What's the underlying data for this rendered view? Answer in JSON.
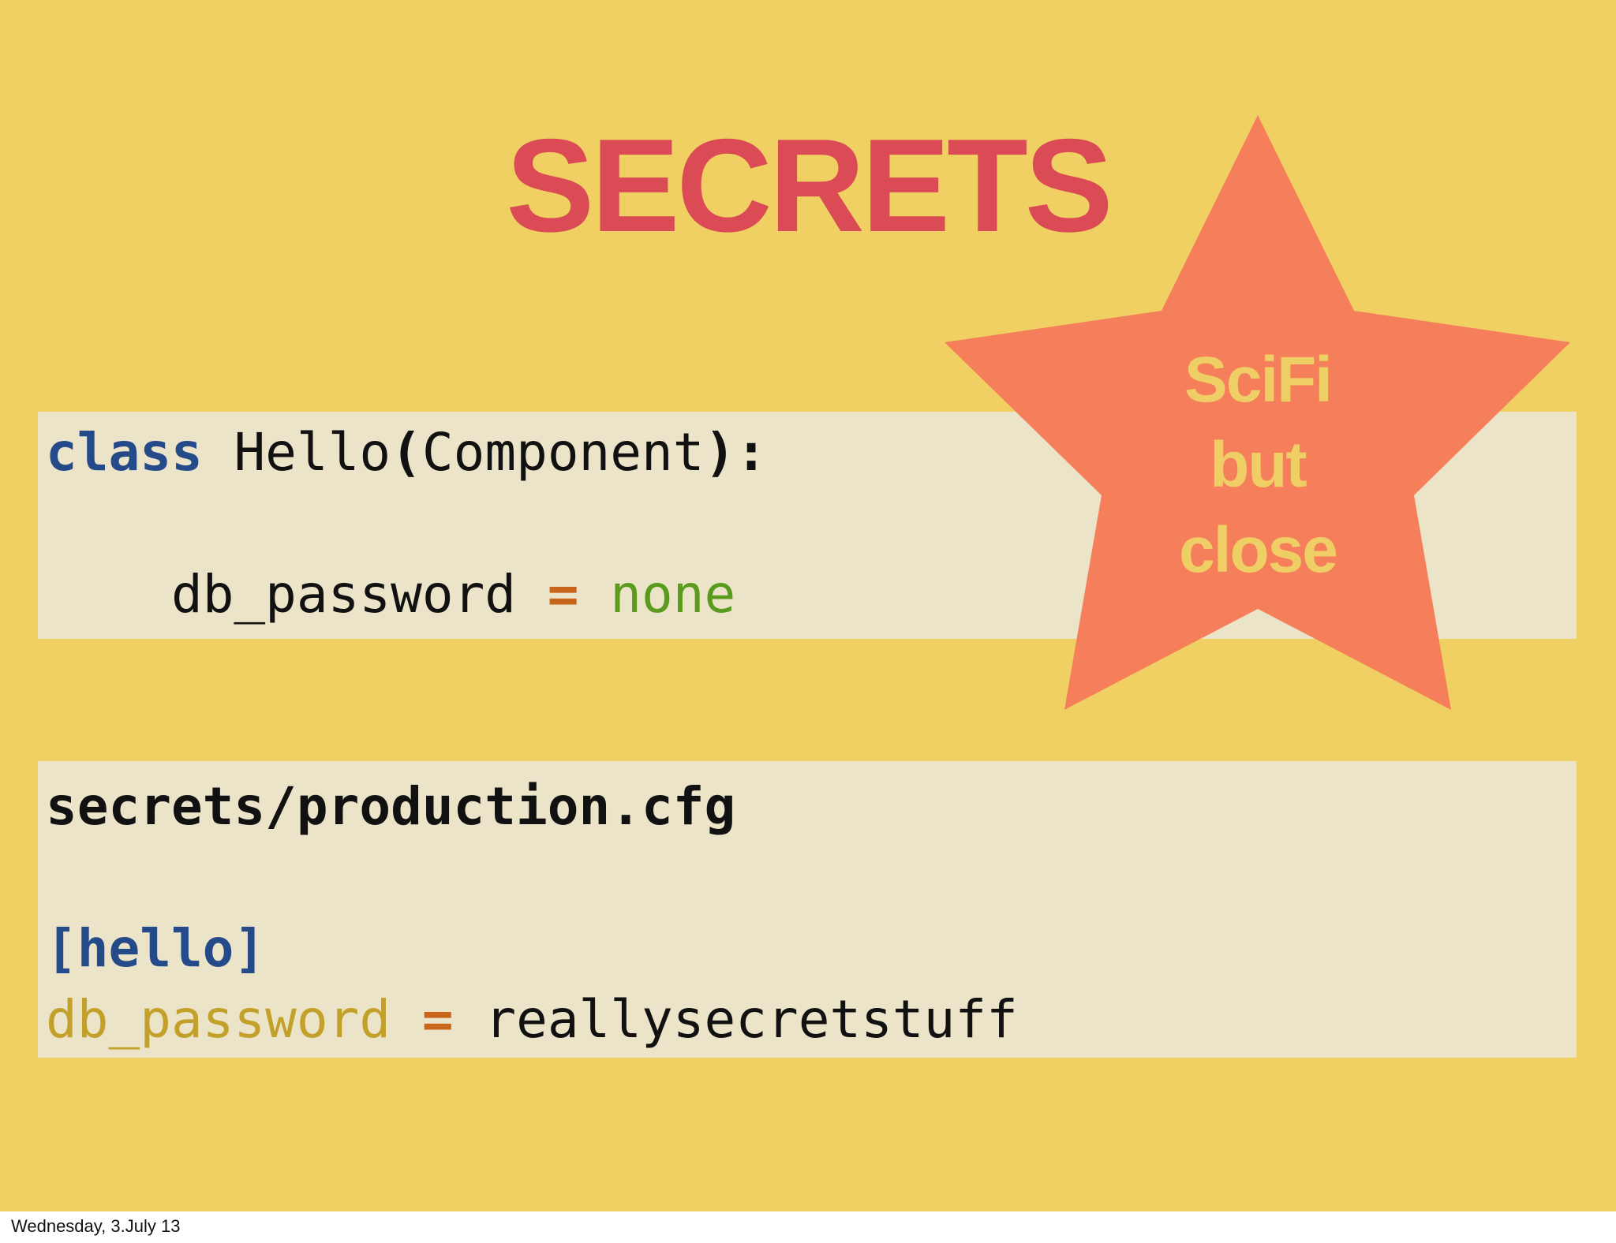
{
  "slide": {
    "title": "SECRETS",
    "code_block_1": {
      "line1": {
        "keyword": "class",
        "name": "Hello",
        "open": "(",
        "base": "Component",
        "close": ")",
        "colon": ":"
      },
      "line2": {
        "indent": "    ",
        "var": "db_password",
        "op": "=",
        "value": "none"
      }
    },
    "code_block_2": {
      "filename": "secrets/production.cfg",
      "section": "[hello]",
      "key": "db_password",
      "op": "=",
      "value": "reallysecretstuff"
    },
    "star": {
      "line1": "SciFi",
      "line2": "but",
      "line3": "close"
    }
  },
  "footer": {
    "date": "Wednesday, 3.July 13"
  },
  "colors": {
    "background": "#f0d062",
    "title": "#da4b55",
    "code_background": "#ece4c8",
    "keyword": "#254a8a",
    "operator": "#c9651a",
    "literal": "#5a9a1e",
    "config_key": "#c3a02a",
    "star": "#f47f5a",
    "star_text": "#f0ce66"
  }
}
